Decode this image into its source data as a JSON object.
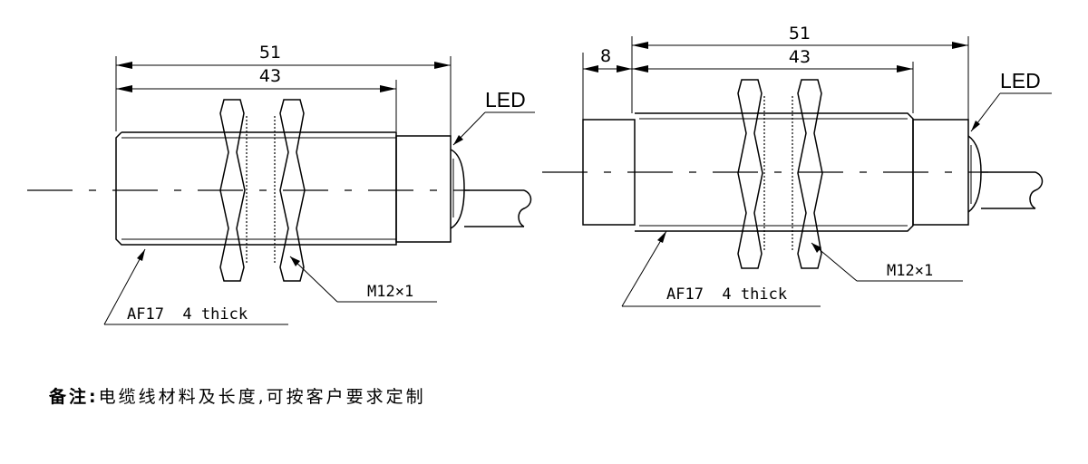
{
  "left_view": {
    "dim_overall": "51",
    "dim_thread": "43",
    "led_label": "LED",
    "thread_label": "M12×1",
    "nut_label": "AF17  4 thick"
  },
  "right_view": {
    "dim_overall": "51",
    "dim_thread": "43",
    "dim_offset": "8",
    "led_label": "LED",
    "thread_label": "M12×1",
    "nut_label": "AF17  4 thick"
  },
  "note": {
    "label": "备注:",
    "text": "电缆线材料及长度,可按客户要求定制"
  }
}
